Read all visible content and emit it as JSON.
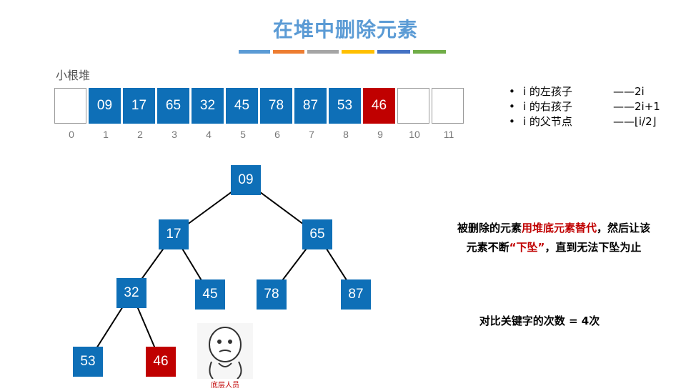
{
  "title": "在堆中删除元素",
  "colors": {
    "stripes": [
      "#5B9BD5",
      "#ED7D31",
      "#A5A5A5",
      "#FFC000",
      "#4472C4",
      "#70AD47"
    ],
    "node_blue": "#0E6FB7",
    "node_red": "#C00000",
    "highlight": "#C00000"
  },
  "array": {
    "label": "小根堆",
    "cells": [
      "",
      "09",
      "17",
      "65",
      "32",
      "45",
      "78",
      "87",
      "53",
      "46",
      "",
      ""
    ],
    "cell_colors": [
      "empty",
      "blue",
      "blue",
      "blue",
      "blue",
      "blue",
      "blue",
      "blue",
      "blue",
      "red",
      "empty",
      "empty"
    ],
    "indices": [
      "0",
      "1",
      "2",
      "3",
      "4",
      "5",
      "6",
      "7",
      "8",
      "9",
      "10",
      "11"
    ]
  },
  "rules": [
    {
      "bullet": "•",
      "text": "i 的左孩子",
      "formula": "——2i"
    },
    {
      "bullet": "•",
      "text": "i 的右孩子",
      "formula": "——2i+1"
    },
    {
      "bullet": "•",
      "text": "i 的父节点",
      "formula": "——⌊i/2⌋"
    }
  ],
  "tree": {
    "nodes": [
      {
        "id": "n09",
        "label": "09",
        "color": "blue"
      },
      {
        "id": "n17",
        "label": "17",
        "color": "blue"
      },
      {
        "id": "n65",
        "label": "65",
        "color": "blue"
      },
      {
        "id": "n32",
        "label": "32",
        "color": "blue"
      },
      {
        "id": "n45",
        "label": "45",
        "color": "blue"
      },
      {
        "id": "n78",
        "label": "78",
        "color": "blue"
      },
      {
        "id": "n87",
        "label": "87",
        "color": "blue"
      },
      {
        "id": "n53",
        "label": "53",
        "color": "blue"
      },
      {
        "id": "n46",
        "label": "46",
        "color": "red"
      }
    ],
    "edges": [
      [
        "n09",
        "n17"
      ],
      [
        "n09",
        "n65"
      ],
      [
        "n17",
        "n32"
      ],
      [
        "n17",
        "n45"
      ],
      [
        "n65",
        "n78"
      ],
      [
        "n65",
        "n87"
      ],
      [
        "n32",
        "n53"
      ],
      [
        "n32",
        "n46"
      ]
    ]
  },
  "note": {
    "line1_prefix": "被删除的元素",
    "line1_highlight": "用堆底元素替代",
    "line1_suffix": "，然后让该",
    "line2_prefix": "元素不断",
    "line2_highlight": "“下坠”",
    "line2_suffix": "，直到无法下坠为止"
  },
  "compare_text": "对比关键字的次数 = 4次",
  "meme_caption": "底层人员"
}
